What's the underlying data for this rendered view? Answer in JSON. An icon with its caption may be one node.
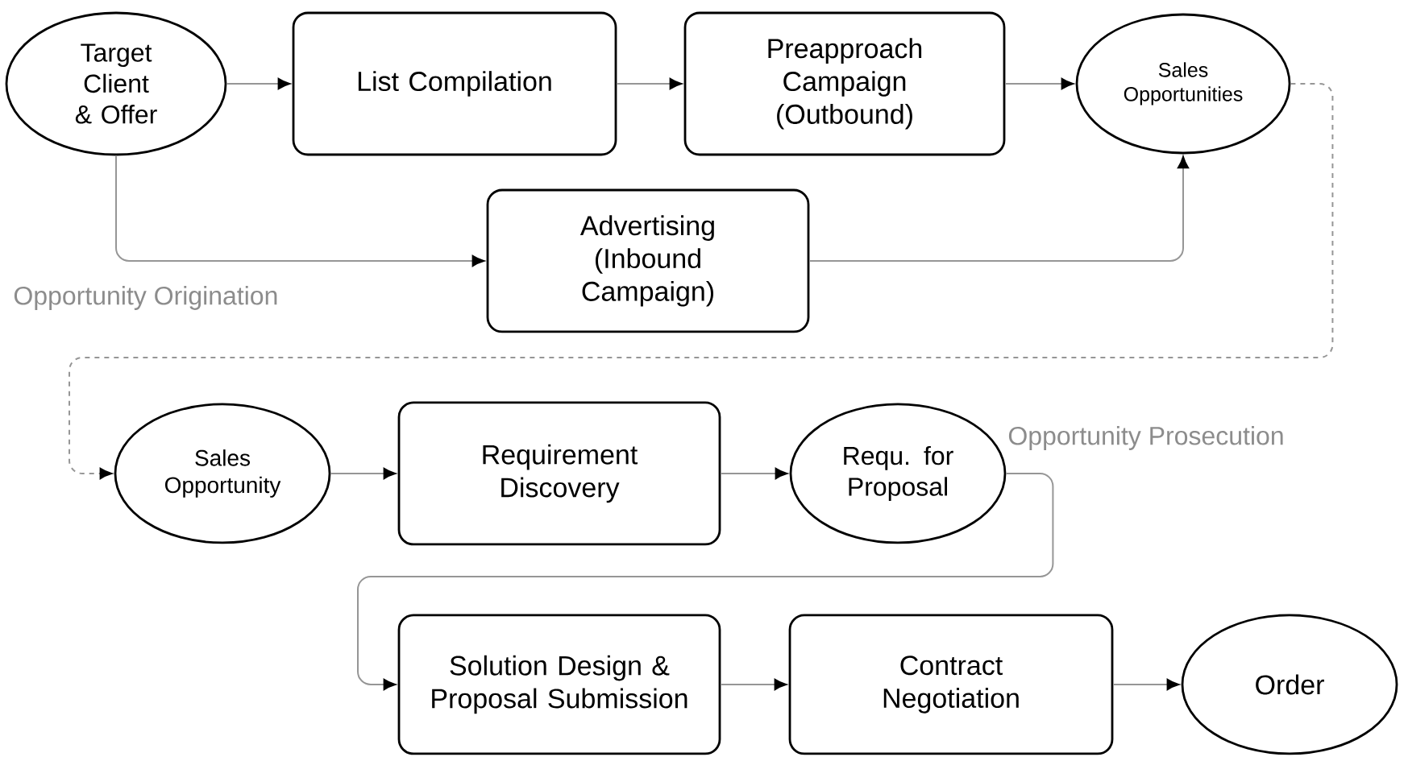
{
  "diagram": {
    "nodes": [
      {
        "text": [
          "Target Client & Offer"
        ]
      },
      {
        "text": [
          "List Compilation"
        ]
      },
      {
        "text": [
          "Preapproach Campaign (Outbound)"
        ]
      },
      {
        "text": [
          "Sales Opportunities"
        ]
      },
      {
        "text": [
          "Advertising (Inbound Campaign)"
        ]
      },
      {
        "text": [
          "Sales Opportunity"
        ]
      },
      {
        "text": [
          "Requirement Discovery"
        ]
      },
      {
        "text": [
          "Requ. for Proposal"
        ]
      },
      {
        "text": [
          "Solution Design & Proposal Submission"
        ]
      },
      {
        "text": [
          "Contract Negotiation"
        ]
      },
      {
        "text": [
          "Order"
        ]
      }
    ],
    "edges": [
      {
        "from": 0,
        "to": 1,
        "arrow": "to"
      },
      {
        "from": 1,
        "to": 2,
        "arrow": "to"
      },
      {
        "from": 2,
        "to": 3,
        "arrow": "to"
      },
      {
        "from": 0,
        "to": 4,
        "arrow": "to"
      },
      {
        "from": 4,
        "to": 3,
        "arrow": "to"
      },
      {
        "from": 3,
        "to": 5,
        "arrow": "to",
        "style": "dashed"
      },
      {
        "from": 5,
        "to": 6,
        "arrow": "to"
      },
      {
        "from": 6,
        "to": 7,
        "arrow": "to"
      },
      {
        "from": 7,
        "to": 8,
        "arrow": "to"
      },
      {
        "from": 8,
        "to": 9,
        "arrow": "to"
      },
      {
        "from": 9,
        "to": 10,
        "arrow": "to"
      }
    ],
    "labels": [
      "Opportunity Origination",
      "Opportunity Prosecution"
    ]
  }
}
